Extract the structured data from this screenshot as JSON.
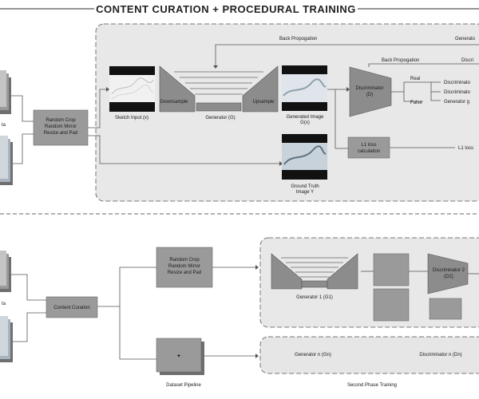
{
  "title": "CONTENT CURATION + PROCEDURAL TRAINING",
  "top": {
    "input_label_1": "ta",
    "preprocess": [
      "Random Crop",
      "Random Mirror",
      "Resize and Pad"
    ],
    "back_propagation_1": "Back Propogation",
    "generator_label_right": "Generato",
    "back_propagation_2": "Back Propogation",
    "discr_label_right": "Discri",
    "downsample": "Downsample",
    "upsample": "Upsample",
    "sketch_input": "Sketch Input (x)",
    "generator": "Generator (G)",
    "generated_image": [
      "Generated Image",
      "G(x)"
    ],
    "discriminator": [
      "Discriminator",
      "(D)"
    ],
    "real": "Real",
    "false": "False",
    "outputs": [
      "Discriminato",
      "Discriminato",
      "Generator g"
    ],
    "l1_box": [
      "L1 loss",
      "calculation"
    ],
    "l1_out": "L1 loss",
    "ground_truth": [
      "Ground Truth",
      "Image Y"
    ]
  },
  "bottom": {
    "input_label_1": "ta",
    "content_curation": "Content Curation",
    "preprocess": [
      "Random Crop",
      "Random Mirror",
      "Resize and Pad"
    ],
    "dataset_pipeline": "Dataset Pipeline",
    "generator1": "Generator 1 (G1)",
    "discriminator2": [
      "Discriminator 2",
      "(D2)"
    ],
    "generator_n": "Generator n (Gn)",
    "discriminator_n": "Discriminator n (Dn)",
    "second_phase": "Second Phase Training"
  }
}
